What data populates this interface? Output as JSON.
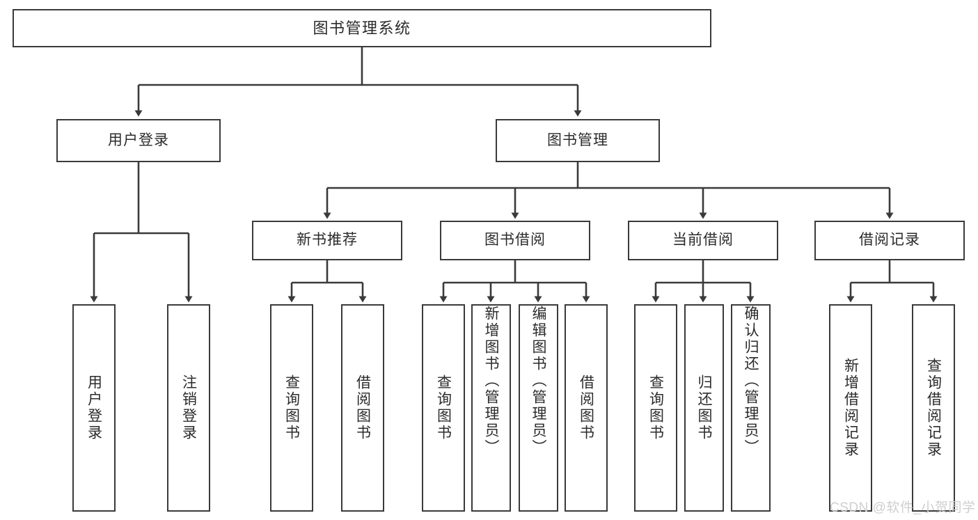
{
  "diagram": {
    "type": "tree-hierarchy",
    "title": "图书管理系统",
    "colors": {
      "background": "#ffffff",
      "box_border": "#3a3a3a",
      "box_fill": "#ffffff",
      "text": "#2b2b2b",
      "connector": "#3a3a3a",
      "watermark": "#cfcfcf"
    },
    "root": {
      "label": "图书管理系统"
    },
    "level2": [
      {
        "label": "用户登录"
      },
      {
        "label": "图书管理"
      }
    ],
    "level3": [
      {
        "label": "新书推荐"
      },
      {
        "label": "图书借阅"
      },
      {
        "label": "当前借阅"
      },
      {
        "label": "借阅记录"
      }
    ],
    "leaves": [
      {
        "label": "用户登录",
        "parent": "用户登录",
        "orientation": "vertical",
        "align": "center"
      },
      {
        "label": "注销登录",
        "parent": "用户登录",
        "orientation": "vertical",
        "align": "center"
      },
      {
        "label": "查询图书",
        "parent": "新书推荐",
        "orientation": "vertical",
        "align": "center"
      },
      {
        "label": "借阅图书",
        "parent": "新书推荐",
        "orientation": "vertical",
        "align": "center"
      },
      {
        "label": "查询图书",
        "parent": "图书借阅",
        "orientation": "vertical",
        "align": "center"
      },
      {
        "label": "新增图书（管理员）",
        "parent": "图书借阅",
        "orientation": "vertical",
        "align": "top"
      },
      {
        "label": "编辑图书（管理员）",
        "parent": "图书借阅",
        "orientation": "vertical",
        "align": "top"
      },
      {
        "label": "借阅图书",
        "parent": "图书借阅",
        "orientation": "vertical",
        "align": "center"
      },
      {
        "label": "查询图书",
        "parent": "当前借阅",
        "orientation": "vertical",
        "align": "center"
      },
      {
        "label": "归还图书",
        "parent": "当前借阅",
        "orientation": "vertical",
        "align": "center"
      },
      {
        "label": "确认归还（管理员）",
        "parent": "当前借阅",
        "orientation": "vertical",
        "align": "top"
      },
      {
        "label": "新增借阅记录",
        "parent": "借阅记录",
        "orientation": "vertical",
        "align": "center"
      },
      {
        "label": "查询借阅记录",
        "parent": "借阅记录",
        "orientation": "vertical",
        "align": "center"
      }
    ]
  },
  "watermark": {
    "text": "CSDN @软件_小贺同学"
  }
}
